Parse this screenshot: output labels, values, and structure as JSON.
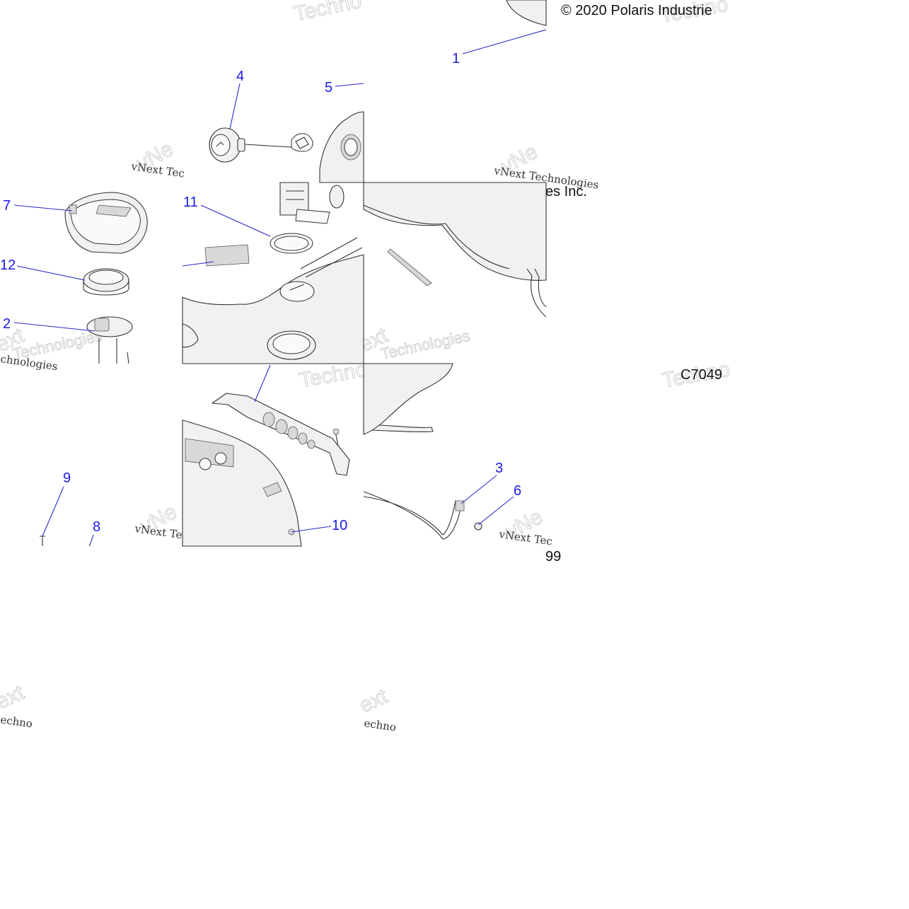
{
  "copyright": "© 2020 Polaris Industrie",
  "fragment_text": "es Inc.",
  "diagram_code": "C7049",
  "fragment_number": "99",
  "watermark": {
    "brand_large": "Techno",
    "brand_large_alt": "Technologies",
    "brand_small": "vNext Tec",
    "brand_small_full": "vNext Technologies",
    "fragment_a": "vNe",
    "fragment_b": "ext",
    "fragment_c": "echno",
    "fragment_d": "chnologies"
  },
  "callouts": [
    {
      "id": "c1",
      "label": "1"
    },
    {
      "id": "c2",
      "label": "2"
    },
    {
      "id": "c3",
      "label": "3"
    },
    {
      "id": "c4",
      "label": "4"
    },
    {
      "id": "c5",
      "label": "5"
    },
    {
      "id": "c6",
      "label": "6"
    },
    {
      "id": "c7",
      "label": "7"
    },
    {
      "id": "c8",
      "label": "8"
    },
    {
      "id": "c9",
      "label": "9"
    },
    {
      "id": "c10",
      "label": "10"
    },
    {
      "id": "c11",
      "label": "11"
    },
    {
      "id": "c12",
      "label": "12"
    }
  ],
  "colors": {
    "callout": "#1a1ae6",
    "leader": "#2a2acc",
    "line_art": "#333333",
    "watermark": "#cfcfcf"
  }
}
